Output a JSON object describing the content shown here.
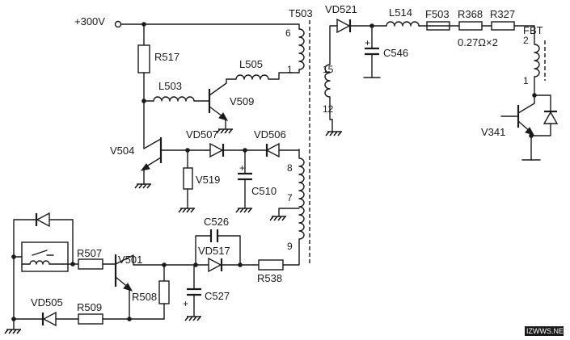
{
  "supply": {
    "label": "+300V"
  },
  "transformer": {
    "name": "T503",
    "pins": [
      "6",
      "1",
      "15",
      "12",
      "8",
      "7",
      "9"
    ]
  },
  "fbt": {
    "name": "FBT",
    "pins": [
      "2",
      "1"
    ]
  },
  "parts": {
    "R517": "R517",
    "L503": "L503",
    "L505": "L505",
    "V509": "V509",
    "V504": "V504",
    "VD507": "VD507",
    "VD506": "VD506",
    "V519": "V519",
    "C510": "C510",
    "C526": "C526",
    "VD517": "VD517",
    "C527": "C527",
    "R538": "R538",
    "R507": "R507",
    "V501": "V501",
    "R508": "R508",
    "VD505": "VD505",
    "R509": "R509",
    "VD521": "VD521",
    "C546": "C546",
    "L514": "L514",
    "F503": "F503",
    "R368": "R368",
    "R327": "R327",
    "V341": "V341"
  },
  "notes": {
    "resistor_value": "0.27Ω×2"
  },
  "watermark": "IZWWS.NET"
}
